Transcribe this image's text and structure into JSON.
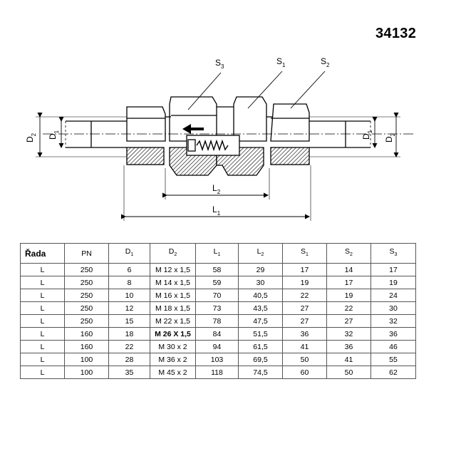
{
  "product_code": "34132",
  "drawing": {
    "labels": {
      "S3": {
        "main": "S",
        "sub": "3"
      },
      "S1": {
        "main": "S",
        "sub": "1"
      },
      "S2": {
        "main": "S",
        "sub": "2"
      },
      "D2_left": {
        "main": "D",
        "sub": "2"
      },
      "D1_left": {
        "main": "D",
        "sub": "1"
      },
      "D1_right": {
        "main": "D",
        "sub": "1"
      },
      "D2_right": {
        "main": "D",
        "sub": "2"
      },
      "L2": {
        "main": "L",
        "sub": "2"
      },
      "L1": {
        "main": "L",
        "sub": "1"
      }
    }
  },
  "table": {
    "headers": [
      {
        "main": "Řada",
        "sub": ""
      },
      {
        "main": "PN",
        "sub": ""
      },
      {
        "main": "D",
        "sub": "1"
      },
      {
        "main": "D",
        "sub": "2"
      },
      {
        "main": "L",
        "sub": "1"
      },
      {
        "main": "L",
        "sub": "2"
      },
      {
        "main": "S",
        "sub": "1"
      },
      {
        "main": "S",
        "sub": "2"
      },
      {
        "main": "S",
        "sub": "3"
      }
    ],
    "rows": [
      [
        "L",
        "250",
        "6",
        "M 12 x 1,5",
        "58",
        "29",
        "17",
        "14",
        "17"
      ],
      [
        "L",
        "250",
        "8",
        "M 14 x 1,5",
        "59",
        "30",
        "19",
        "17",
        "19"
      ],
      [
        "L",
        "250",
        "10",
        "M 16 x 1,5",
        "70",
        "40,5",
        "22",
        "19",
        "24"
      ],
      [
        "L",
        "250",
        "12",
        "M 18 x 1,5",
        "73",
        "43,5",
        "27",
        "22",
        "30"
      ],
      [
        "L",
        "250",
        "15",
        "M 22 x 1,5",
        "78",
        "47,5",
        "27",
        "27",
        "32"
      ],
      [
        "L",
        "160",
        "18",
        "M 26 X 1,5",
        "84",
        "51,5",
        "36",
        "32",
        "36"
      ],
      [
        "L",
        "160",
        "22",
        "M 30 x 2",
        "94",
        "61,5",
        "41",
        "36",
        "46"
      ],
      [
        "L",
        "100",
        "28",
        "M 36 x 2",
        "103",
        "69,5",
        "50",
        "41",
        "55"
      ],
      [
        "L",
        "100",
        "35",
        "M 45 x 2",
        "118",
        "74,5",
        "60",
        "50",
        "62"
      ]
    ],
    "highlight_row": 5,
    "highlight_col": 3
  }
}
